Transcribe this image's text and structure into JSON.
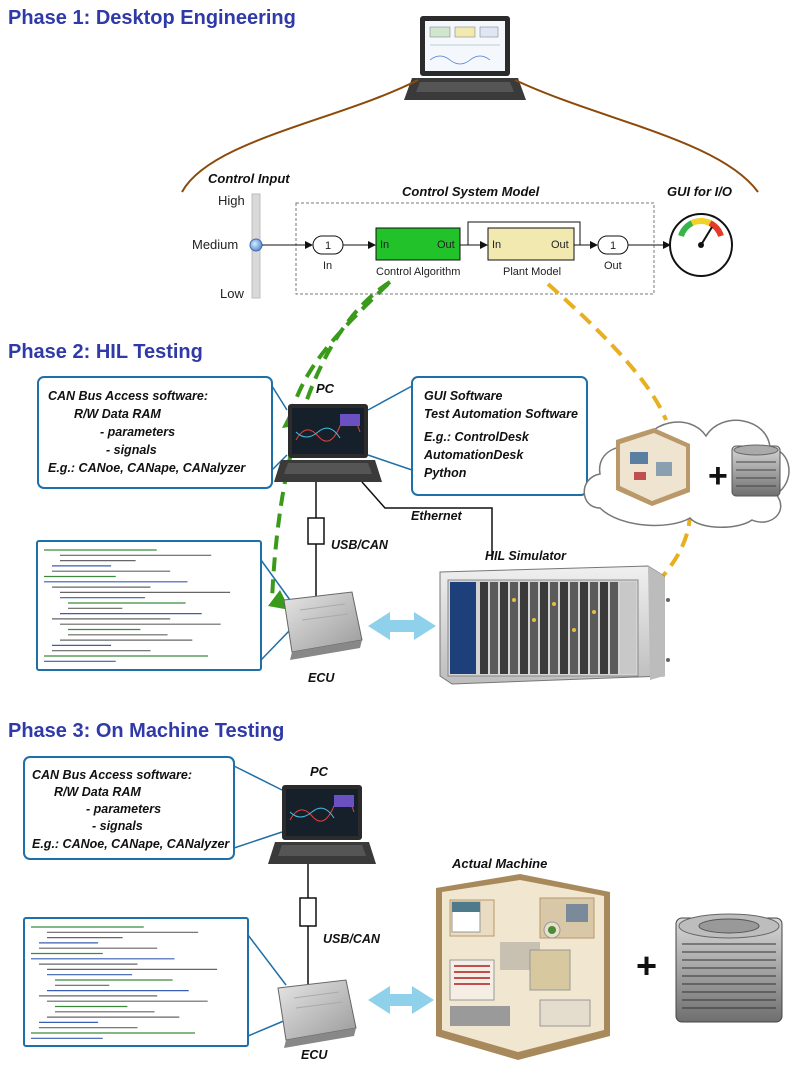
{
  "phase1": {
    "title": "Phase 1: Desktop Engineering",
    "control_input_label": "Control Input",
    "input_levels": [
      "High",
      "Medium",
      "Low"
    ],
    "model_title": "Control System Model",
    "gui_label": "GUI for I/O",
    "in_port_value": "1",
    "in_port_label": "In",
    "control_block_in": "In",
    "control_block_out": "Out",
    "control_block_label": "Control Algorithm",
    "plant_block_in": "In",
    "plant_block_out": "Out",
    "plant_block_label": "Plant Model",
    "out_port_value": "1",
    "out_port_label": "Out"
  },
  "phase2": {
    "title": "Phase 2: HIL Testing",
    "can_box": {
      "title": "CAN Bus Access software:",
      "lines": [
        "R/W Data RAM",
        "- parameters",
        "- signals",
        "E.g.: CANoe, CANape, CANalyzer"
      ]
    },
    "pc_label": "PC",
    "gui_box": {
      "lines": [
        "GUI Software",
        "Test Automation Software",
        "",
        "E.g.: ControlDesk",
        "AutomationDesk",
        "Python"
      ]
    },
    "ethernet_label": "Ethernet",
    "usb_can_label": "USB/CAN",
    "hil_label": "HIL Simulator",
    "ecu_label": "ECU",
    "plus_sign": "+"
  },
  "phase3": {
    "title": "Phase 3: On Machine Testing",
    "can_box": {
      "title": "CAN Bus Access software:",
      "lines": [
        "R/W Data RAM",
        "- parameters",
        "- signals",
        "E.g.: CANoe, CANape, CANalyzer"
      ]
    },
    "pc_label": "PC",
    "usb_can_label": "USB/CAN",
    "ecu_label": "ECU",
    "machine_label": "Actual Machine",
    "plus_sign": "+"
  },
  "colors": {
    "title": "#2f3aa8",
    "callout_border": "#1f6fa8",
    "green_arrow": "#3a9a1a",
    "yellow_arrow": "#e8b020",
    "cable": "#8b4a0a",
    "bidir_arrow": "#8fd0ea",
    "control_block": "#22c32a",
    "plant_block": "#f2e9b0"
  }
}
